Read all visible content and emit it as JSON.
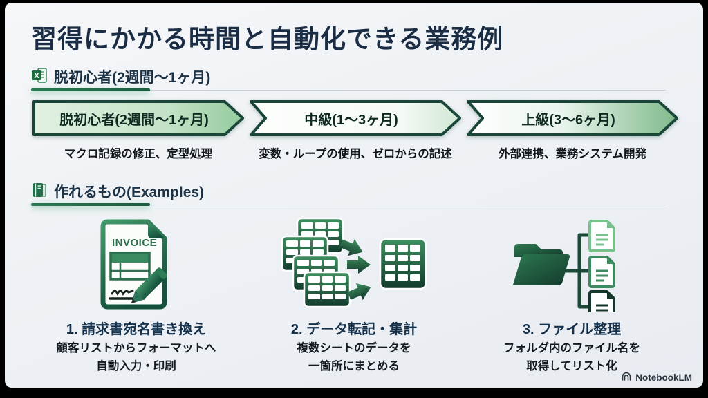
{
  "page": {
    "title": "習得にかかる時間と自動化できる業務例",
    "watermark": "NotebookLM"
  },
  "colors": {
    "background": "#edf0f4",
    "frame": "#000000",
    "title_text": "#1b2d44",
    "accent_green_dark": "#1d5c40",
    "accent_green_border": "#18453a",
    "arrow_fill_light_green": "#cde8d0",
    "excel_green": "#1d6f42",
    "body_text": "#11161c"
  },
  "sections": {
    "timeline": {
      "icon": "excel-icon",
      "heading": "脱初心者(2週間〜1ヶ月)"
    },
    "examples": {
      "icon": "book-icon",
      "heading": "作れるもの(Examples)"
    }
  },
  "timeline": {
    "steps": [
      {
        "label": "脱初心者(2週間〜1ヶ月)",
        "description": "マクロ記録の修正、定型処理"
      },
      {
        "label": "中級(1〜3ヶ月)",
        "description": "変数・ループの使用、ゼロからの記述"
      },
      {
        "label": "上級(3〜6ヶ月)",
        "description": "外部連携、業務システム開発"
      }
    ]
  },
  "examples": [
    {
      "icon": "invoice-icon",
      "icon_text": "INVOICE",
      "title": "1. 請求書宛名書き換え",
      "line1": "顧客リストからフォーマットへ",
      "line2": "自動入力・印刷"
    },
    {
      "icon": "data-merge-icon",
      "title": "2. データ転記・集計",
      "line1": "複数シートのデータを",
      "line2": "一箇所にまとめる"
    },
    {
      "icon": "folder-tree-icon",
      "title": "3. ファイル整理",
      "line1": "フォルダ内のファイル名を",
      "line2": "取得してリスト化"
    }
  ]
}
